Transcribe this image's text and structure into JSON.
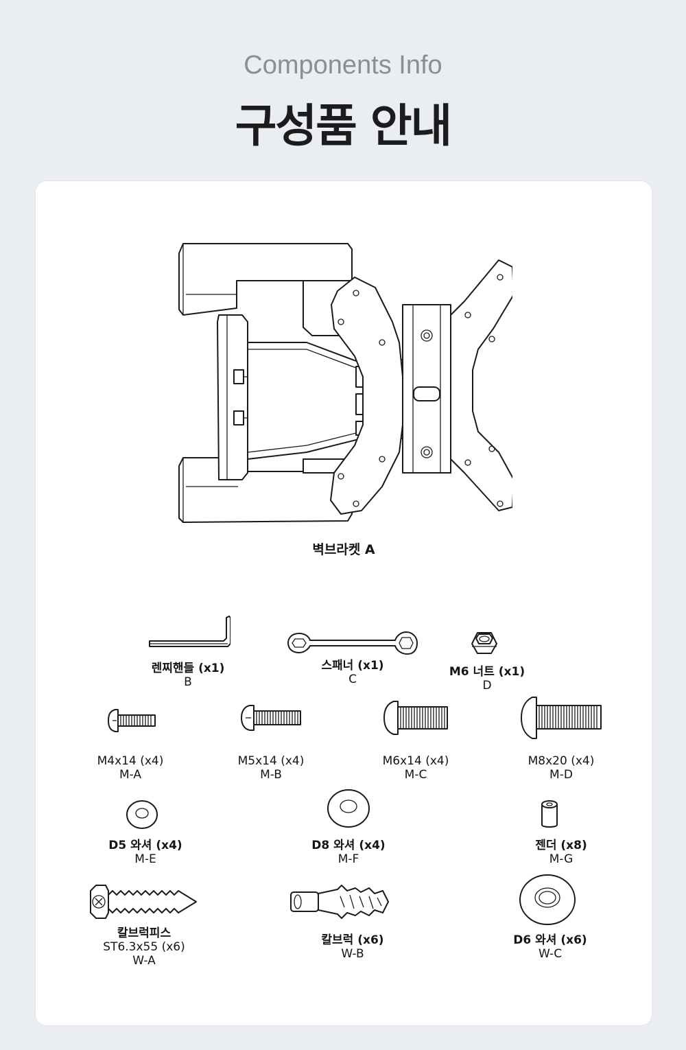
{
  "header": {
    "subtitle": "Components Info",
    "title": "구성품 안내"
  },
  "main_part": {
    "label": "벽브라켓 A"
  },
  "parts": [
    {
      "id": "B",
      "name": "렌찌핸들 (x1)",
      "code": "B",
      "icon": "allen-wrench-icon"
    },
    {
      "id": "C",
      "name": "스패너 (x1)",
      "code": "C",
      "icon": "spanner-icon"
    },
    {
      "id": "D",
      "name": "M6 너트  (x1)",
      "code": "D",
      "icon": "hex-nut-icon"
    },
    {
      "id": "MA",
      "name": "M4x14 (x4)",
      "code": "M-A",
      "icon": "bolt-icon"
    },
    {
      "id": "MB",
      "name": "M5x14 (x4)",
      "code": "M-B",
      "icon": "bolt-icon"
    },
    {
      "id": "MC",
      "name": "M6x14 (x4)",
      "code": "M-C",
      "icon": "bolt-icon"
    },
    {
      "id": "MD",
      "name": "M8x20 (x4)",
      "code": "M-D",
      "icon": "bolt-icon"
    },
    {
      "id": "ME",
      "name": "D5  와셔  (x4)",
      "code": "M-E",
      "icon": "washer-icon"
    },
    {
      "id": "MF",
      "name": "D8  와셔  (x4)",
      "code": "M-F",
      "icon": "washer-icon"
    },
    {
      "id": "MG",
      "name": "젠더 (x8)",
      "code": "M-G",
      "icon": "spacer-icon"
    },
    {
      "id": "WA",
      "name": "칼브럭피스",
      "line2": "ST6.3x55  (x6)",
      "code": "W-A",
      "icon": "lag-screw-icon"
    },
    {
      "id": "WB",
      "name": "칼브럭 (x6)",
      "code": "W-B",
      "icon": "wall-anchor-icon"
    },
    {
      "id": "WC",
      "name": "D6 와셔 (x6)",
      "code": "W-C",
      "icon": "washer-icon"
    }
  ]
}
